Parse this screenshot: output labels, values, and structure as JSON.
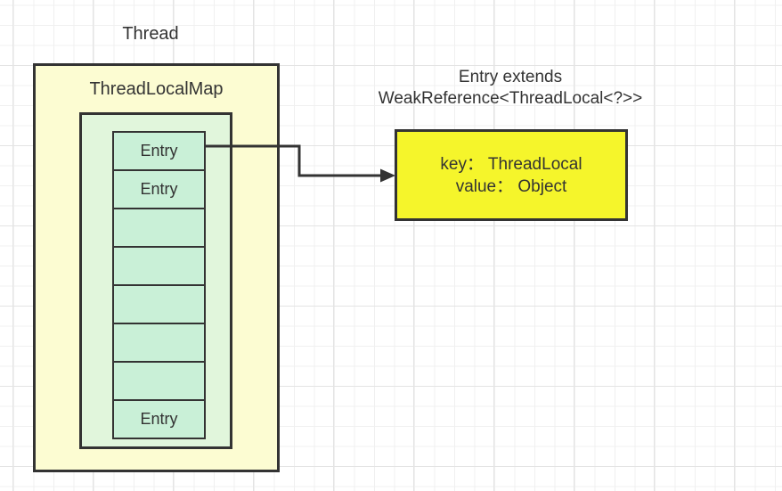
{
  "diagram": {
    "thread": {
      "label": "Thread"
    },
    "map": {
      "title": "ThreadLocalMap",
      "entries": [
        {
          "label": "Entry"
        },
        {
          "label": "Entry"
        },
        {
          "label": ""
        },
        {
          "label": ""
        },
        {
          "label": ""
        },
        {
          "label": ""
        },
        {
          "label": ""
        },
        {
          "label": "Entry"
        }
      ]
    },
    "note": {
      "line1": "Entry extends",
      "line2": "WeakReference<ThreadLocal<?>>"
    },
    "entry_detail": {
      "line1": "key： ThreadLocal",
      "line2": "value： Object"
    },
    "colors": {
      "map_fill": "#fcfcd2",
      "table_fill": "#e1f6dc",
      "entry_fill": "#c9f0d7",
      "detail_fill": "#f5f52b",
      "stroke": "#333333",
      "grid_minor": "#f0f0f0",
      "grid_major": "#e4e4e4"
    }
  }
}
